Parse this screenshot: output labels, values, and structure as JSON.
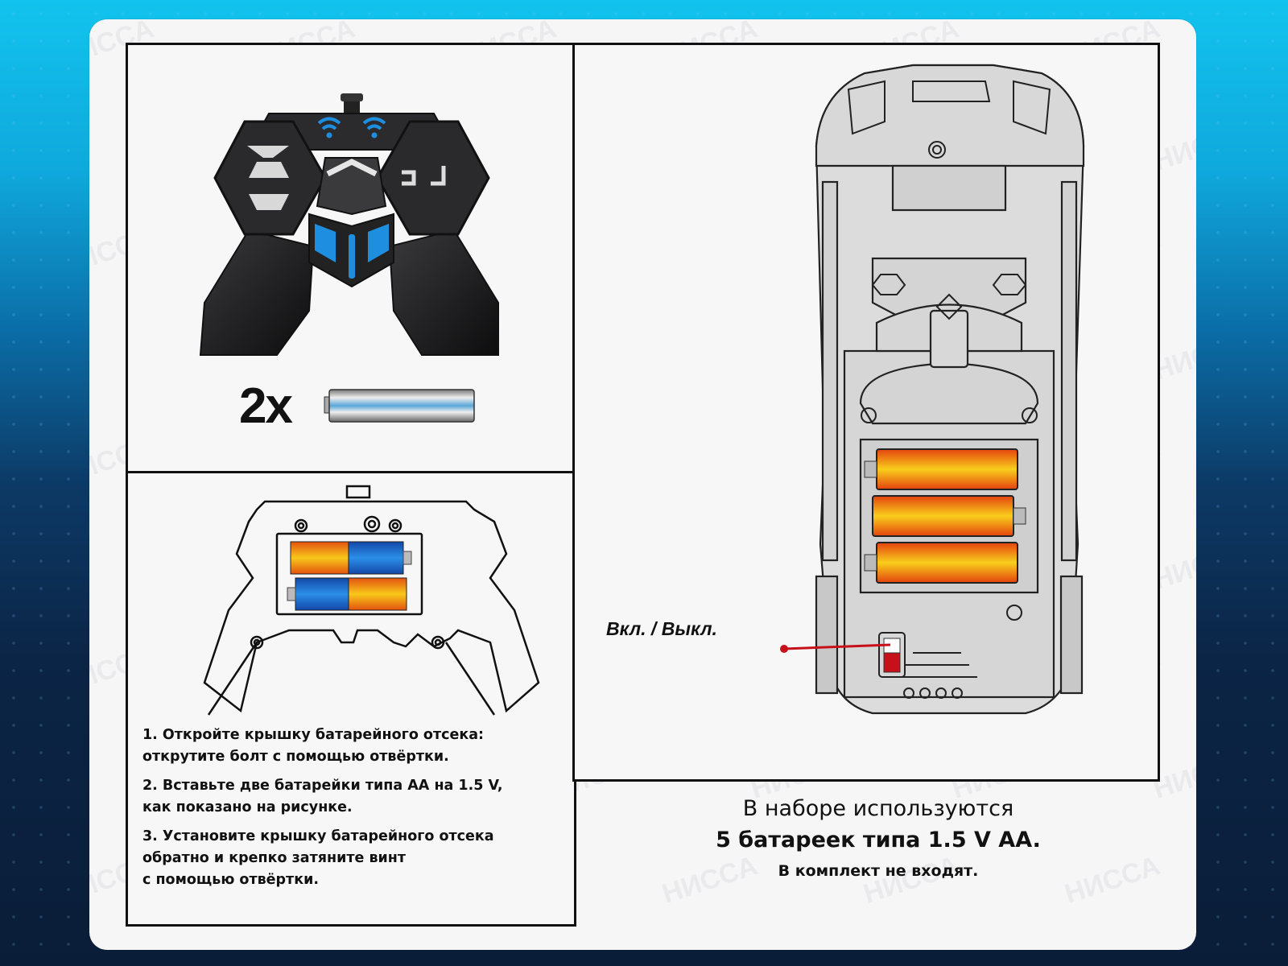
{
  "watermark": "НИССА",
  "remote_panel": {
    "battery_count_label": "2x",
    "battery_icon": "aa-battery-icon",
    "controller_icon": "remote-controller-icon"
  },
  "open_remote_panel": {
    "diagram_icon": "remote-battery-compartment-icon",
    "steps": [
      "1. Откройте крышку батарейного отсека:",
      "открутите болт с помощью отвёртки.",
      "2. Вставьте две батарейки типа АА на 1.5 V,",
      "как показано на рисунке.",
      "3. Установите крышку батарейного отсека",
      "обратно и крепко затяните винт",
      "с помощью отвёртки."
    ]
  },
  "car_panel": {
    "diagram_icon": "car-underside-icon",
    "switch_label": "Вкл. / Выкл.",
    "battery_slots": 3
  },
  "bottom_note": {
    "line1": "В наборе используются",
    "line2": "5 батареек типа 1.5 V AA.",
    "line3": "В комплект не входят."
  },
  "colors": {
    "accent_blue": "#1e8fe0",
    "battery_orange": "#f28a0c",
    "battery_yellow": "#f7d01a",
    "battery_blue": "#1d6fd8",
    "switch_red": "#c8101a",
    "line": "#111111"
  }
}
